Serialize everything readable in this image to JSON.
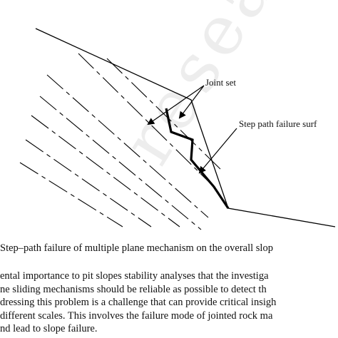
{
  "watermark": "researchgate",
  "figure": {
    "labels": {
      "joint_set": "Joint set",
      "step_path": "Step path failure surf"
    }
  },
  "caption": "Step–path failure of multiple plane mechanism on the overall slop",
  "body_lines": [
    "ental importance to pit slopes stability analyses that the investiga",
    "ne sliding mechanisms should be reliable as possible to detect th",
    "dressing this problem is a challenge that can provide critical insigh",
    "different scales. This involves the failure mode of jointed rock ma",
    "nd lead to slope failure."
  ]
}
